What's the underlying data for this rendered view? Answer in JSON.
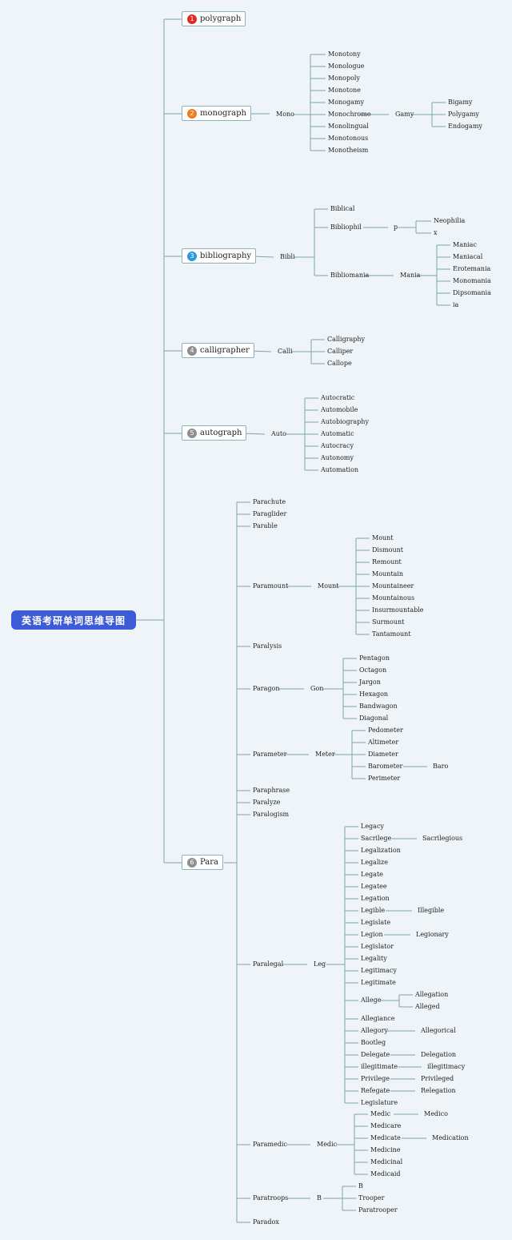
{
  "root": "英语考研单词思维导图",
  "colors": {
    "line": "#7fa3b2",
    "root_bg": "#3d5bd6",
    "badge_red": "#e22a24",
    "badge_orange": "#f07a1f",
    "badge_blue": "#2a9ad8",
    "badge_gray": "#8f8f8f"
  },
  "branches": [
    {
      "num": "1",
      "label": "polygraph",
      "badge": "badge_red"
    },
    {
      "num": "2",
      "label": "monograph",
      "badge": "badge_orange"
    },
    {
      "num": "3",
      "label": "bibliography",
      "badge": "badge_blue"
    },
    {
      "num": "4",
      "label": "calligrapher",
      "badge": "badge_gray"
    },
    {
      "num": "5",
      "label": "autograph",
      "badge": "badge_gray"
    },
    {
      "num": "6",
      "label": "Para",
      "badge": "badge_gray"
    }
  ],
  "nodes": [
    {
      "id": "mono",
      "text": "Mono"
    },
    {
      "id": "mono_1",
      "text": "Monotony"
    },
    {
      "id": "mono_2",
      "text": "Monologue"
    },
    {
      "id": "mono_3",
      "text": "Monopoly"
    },
    {
      "id": "mono_4",
      "text": "Monotone"
    },
    {
      "id": "mono_5",
      "text": "Monogamy"
    },
    {
      "id": "mono_6",
      "text": "Monochrome"
    },
    {
      "id": "mono_7",
      "text": "Monolingual"
    },
    {
      "id": "mono_8",
      "text": "Monotonous"
    },
    {
      "id": "mono_9",
      "text": "Monotheism"
    },
    {
      "id": "gamy",
      "text": "Gamy"
    },
    {
      "id": "gamy_1",
      "text": "Bigamy"
    },
    {
      "id": "gamy_2",
      "text": "Polygamy"
    },
    {
      "id": "gamy_3",
      "text": "Endogamy"
    },
    {
      "id": "bibli",
      "text": "Bibli"
    },
    {
      "id": "bibli_1",
      "text": "Biblical"
    },
    {
      "id": "bibli_2",
      "text": "Bibliophil"
    },
    {
      "id": "bibli_3",
      "text": "Bibliomania"
    },
    {
      "id": "p",
      "text": "p"
    },
    {
      "id": "p_1",
      "text": "Neophilia"
    },
    {
      "id": "p_2",
      "text": "x"
    },
    {
      "id": "mania",
      "text": "Mania"
    },
    {
      "id": "mania_1",
      "text": "Maniac"
    },
    {
      "id": "mania_2",
      "text": "Maniacal"
    },
    {
      "id": "mania_3",
      "text": "Erotemania"
    },
    {
      "id": "mania_4",
      "text": "Monomania"
    },
    {
      "id": "mania_5",
      "text": "Dipsomania"
    },
    {
      "id": "mania_6",
      "text": "ia"
    },
    {
      "id": "calli",
      "text": "Calli"
    },
    {
      "id": "calli_1",
      "text": "Calligraphy"
    },
    {
      "id": "calli_2",
      "text": "Calliper"
    },
    {
      "id": "calli_3",
      "text": "Callope"
    },
    {
      "id": "auto",
      "text": "Auto"
    },
    {
      "id": "auto_1",
      "text": "Autocratic"
    },
    {
      "id": "auto_2",
      "text": "Automobile"
    },
    {
      "id": "auto_3",
      "text": "Autobiography"
    },
    {
      "id": "auto_4",
      "text": "Automatic"
    },
    {
      "id": "auto_5",
      "text": "Autocracy"
    },
    {
      "id": "auto_6",
      "text": "Autonomy"
    },
    {
      "id": "auto_7",
      "text": "Automation"
    },
    {
      "id": "para_1",
      "text": "Parachute"
    },
    {
      "id": "para_2",
      "text": "Paraglider"
    },
    {
      "id": "para_3",
      "text": "Parable"
    },
    {
      "id": "para_4",
      "text": "Paramount"
    },
    {
      "id": "para_5",
      "text": "Paralysis"
    },
    {
      "id": "para_6",
      "text": "Paragon"
    },
    {
      "id": "para_7",
      "text": "Parameter"
    },
    {
      "id": "para_8",
      "text": "Paraphrase"
    },
    {
      "id": "para_9",
      "text": "Paralyze"
    },
    {
      "id": "para_10",
      "text": "Paralogism"
    },
    {
      "id": "para_11",
      "text": "Paralegal"
    },
    {
      "id": "para_12",
      "text": "Paramedic"
    },
    {
      "id": "para_13",
      "text": "Paratroops"
    },
    {
      "id": "para_14",
      "text": "Paradox"
    },
    {
      "id": "mount",
      "text": "Mount"
    },
    {
      "id": "mount_1",
      "text": "Mount"
    },
    {
      "id": "mount_2",
      "text": "Dismount"
    },
    {
      "id": "mount_3",
      "text": "Remount"
    },
    {
      "id": "mount_4",
      "text": "Mountain"
    },
    {
      "id": "mount_5",
      "text": "Mountaineer"
    },
    {
      "id": "mount_6",
      "text": "Mountainous"
    },
    {
      "id": "mount_7",
      "text": "Insurmountable"
    },
    {
      "id": "mount_8",
      "text": "Surmount"
    },
    {
      "id": "mount_9",
      "text": "Tantamount"
    },
    {
      "id": "gon",
      "text": "Gon"
    },
    {
      "id": "gon_1",
      "text": "Pentagon"
    },
    {
      "id": "gon_2",
      "text": "Octagon"
    },
    {
      "id": "gon_3",
      "text": "Jargon"
    },
    {
      "id": "gon_4",
      "text": "Hexagon"
    },
    {
      "id": "gon_5",
      "text": "Bandwagon"
    },
    {
      "id": "gon_6",
      "text": "Diagonal"
    },
    {
      "id": "meter",
      "text": "Meter"
    },
    {
      "id": "meter_1",
      "text": "Pedometer"
    },
    {
      "id": "meter_2",
      "text": "Altimeter"
    },
    {
      "id": "meter_3",
      "text": "Diameter"
    },
    {
      "id": "meter_4",
      "text": "Barometer"
    },
    {
      "id": "meter_5",
      "text": "Perimeter"
    },
    {
      "id": "baro",
      "text": "Baro"
    },
    {
      "id": "leg",
      "text": "Leg"
    },
    {
      "id": "leg_1",
      "text": "Legacy"
    },
    {
      "id": "leg_2",
      "text": "Sacrilege"
    },
    {
      "id": "leg_3",
      "text": "Legalization"
    },
    {
      "id": "leg_4",
      "text": "Legalize"
    },
    {
      "id": "leg_5",
      "text": "Legate"
    },
    {
      "id": "leg_6",
      "text": "Legatee"
    },
    {
      "id": "leg_7",
      "text": "Legation"
    },
    {
      "id": "leg_8",
      "text": "Legible"
    },
    {
      "id": "leg_9",
      "text": "Legislate"
    },
    {
      "id": "leg_10",
      "text": "Legion"
    },
    {
      "id": "leg_11",
      "text": "Legislator"
    },
    {
      "id": "leg_12",
      "text": "Legality"
    },
    {
      "id": "leg_13",
      "text": "Legitimacy"
    },
    {
      "id": "leg_14",
      "text": "Legitimate"
    },
    {
      "id": "leg_15",
      "text": "Allege"
    },
    {
      "id": "leg_16",
      "text": "Allegiance"
    },
    {
      "id": "leg_17",
      "text": "Allegory"
    },
    {
      "id": "leg_18",
      "text": "Bootleg"
    },
    {
      "id": "leg_19",
      "text": "Delegate"
    },
    {
      "id": "leg_20",
      "text": "illegitimate"
    },
    {
      "id": "leg_21",
      "text": "Privilege"
    },
    {
      "id": "leg_22",
      "text": "Refegate"
    },
    {
      "id": "leg_23",
      "text": "Legislature"
    },
    {
      "id": "leg_2_1",
      "text": "Sacrilegious"
    },
    {
      "id": "leg_8_1",
      "text": "Illegible"
    },
    {
      "id": "leg_10_1",
      "text": "Legionary"
    },
    {
      "id": "leg_15_1",
      "text": "Allegation"
    },
    {
      "id": "leg_15_2",
      "text": "Alleged"
    },
    {
      "id": "leg_17_1",
      "text": "Allegorical"
    },
    {
      "id": "leg_19_1",
      "text": "Delegation"
    },
    {
      "id": "leg_20_1",
      "text": "illegitimacy"
    },
    {
      "id": "leg_21_1",
      "text": "Privileged"
    },
    {
      "id": "leg_22_1",
      "text": "Relegation"
    },
    {
      "id": "medic",
      "text": "Medic"
    },
    {
      "id": "medic_1",
      "text": "Medic"
    },
    {
      "id": "medic_2",
      "text": "Medicare"
    },
    {
      "id": "medic_3",
      "text": "Medicate"
    },
    {
      "id": "medic_4",
      "text": "Medicine"
    },
    {
      "id": "medic_5",
      "text": "Medicinal"
    },
    {
      "id": "medic_6",
      "text": "Medicaid"
    },
    {
      "id": "medic_1_1",
      "text": "Medico"
    },
    {
      "id": "medic_3_1",
      "text": "Medication"
    },
    {
      "id": "b",
      "text": "B"
    },
    {
      "id": "b_1",
      "text": "B"
    },
    {
      "id": "b_2",
      "text": "Trooper"
    },
    {
      "id": "b_3",
      "text": "Paratrooper"
    }
  ]
}
